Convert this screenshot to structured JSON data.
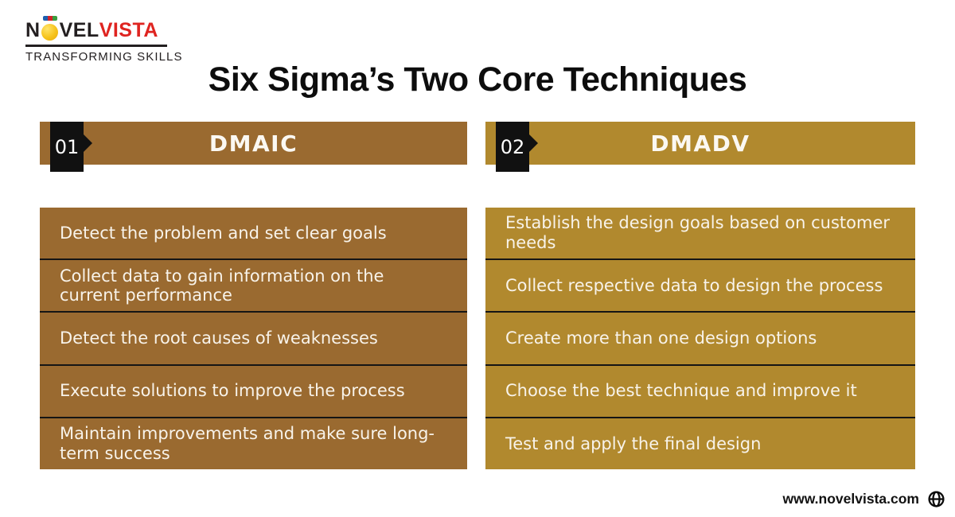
{
  "logo": {
    "brand_prefix": "N",
    "brand_mid": "VEL",
    "brand_suffix": "VISTA",
    "tagline": "TRANSFORMING SKILLS"
  },
  "title": "Six Sigma’s Two Core Techniques",
  "columns": [
    {
      "number": "01",
      "heading": "DMAIC",
      "accent_color": "#9a6a30",
      "items": [
        "Detect the problem and set clear goals",
        "Collect data to gain information on the current performance",
        "Detect the root causes of weaknesses",
        "Execute solutions to improve the process",
        "Maintain improvements and make sure long-term success"
      ]
    },
    {
      "number": "02",
      "heading": "DMADV",
      "accent_color": "#b1892e",
      "items": [
        "Establish the design goals based on customer needs",
        "Collect respective data to design the process",
        "Create more than one design options",
        "Choose the best technique and improve it",
        "Test and apply the final design"
      ]
    }
  ],
  "footer": {
    "website": "www.novelvista.com"
  },
  "colors": {
    "dmaic_brown": "#9a6a30",
    "dmadv_gold": "#b1892e",
    "badge_black": "#111111",
    "row_divider": "#151515",
    "text_on_color": "#f8f3ea",
    "title_black": "#0d0d0d",
    "brand_dark": "#231f20",
    "brand_red": "#df2420",
    "medal_yellow": "#f6c31c"
  }
}
